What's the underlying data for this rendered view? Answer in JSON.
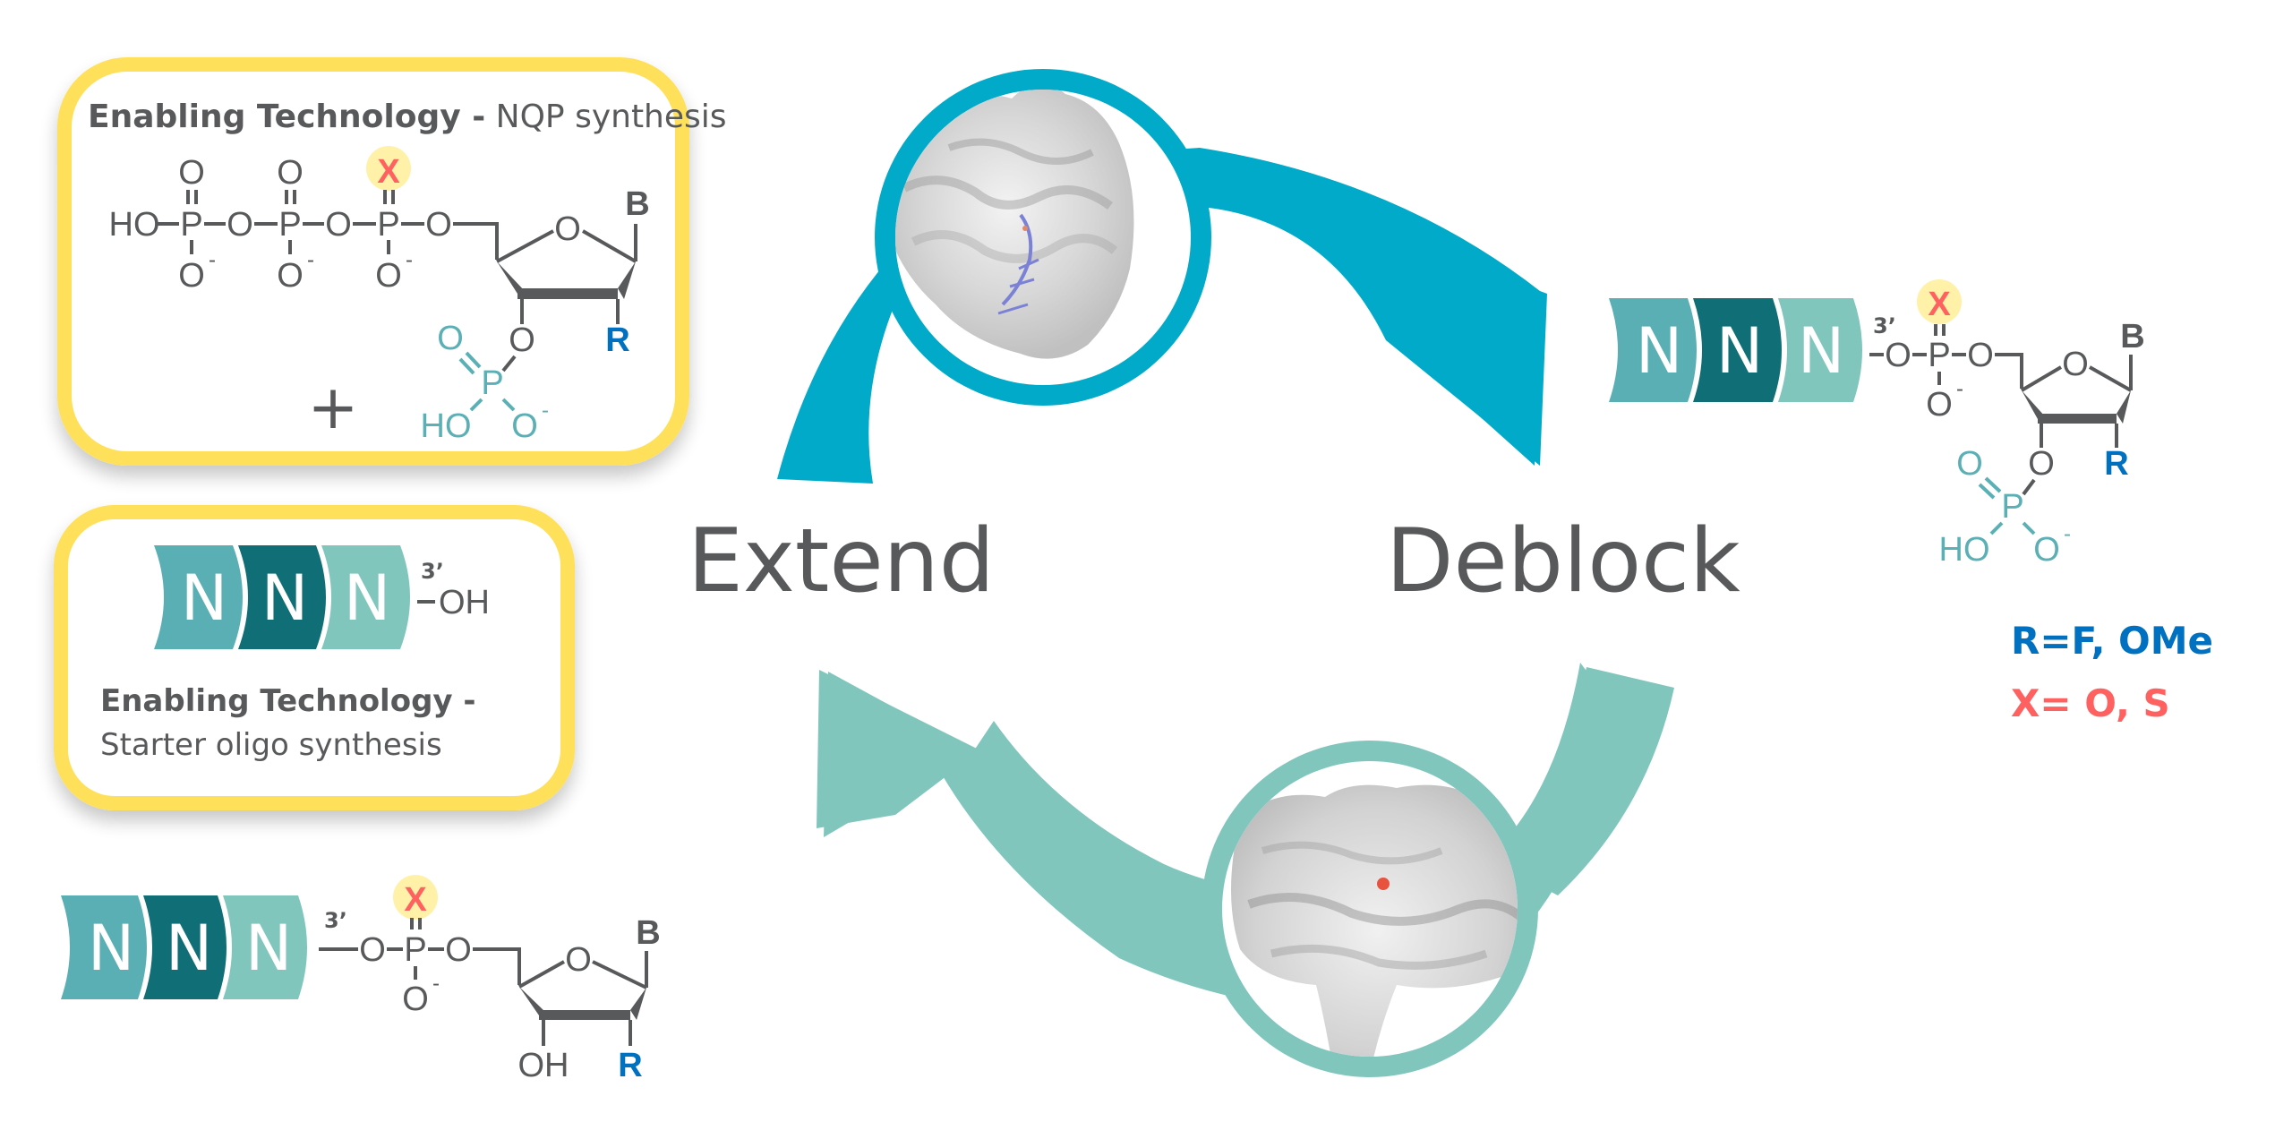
{
  "colors": {
    "box_border": "#ffe05a",
    "extend_arrow": "#00aac8",
    "deblock_arrow": "#80c6bd",
    "text_gray": "#58595b",
    "r_blue": "#0070c0",
    "x_red": "#ff6161",
    "x_highlight": "#fff1a8",
    "phosphate_teal": "#5bb0b6",
    "block_light": "#5aafb5",
    "block_dark": "#106e76",
    "block_pale": "#80c6bd"
  },
  "box_nqp": {
    "title_bold": "Enabling Technology -",
    "title_rest": " NQP synthesis",
    "plus": "+",
    "atoms": {
      "ho": "HO",
      "p": "P",
      "o": "O",
      "o_minus": "O",
      "minus": "-",
      "x": "X",
      "b": "B",
      "r": "R"
    }
  },
  "box_starter": {
    "blocks": [
      "N",
      "N",
      "N"
    ],
    "prime": "3’",
    "oh": "OH",
    "title_bold": "Enabling Technology -",
    "subtitle": "Starter oligo synthesis"
  },
  "cycle": {
    "extend_label": "Extend",
    "deblock_label": "Deblock",
    "extend_enzyme_icon": "polymerase-structure",
    "deblock_enzyme_icon": "phosphatase-structure"
  },
  "product_blocked": {
    "blocks": [
      "N",
      "N",
      "N"
    ],
    "prime": "3’",
    "atoms": {
      "o": "O",
      "p": "P",
      "x": "X",
      "b": "B",
      "r": "R",
      "ho": "HO",
      "minus": "-"
    }
  },
  "product_deblocked": {
    "blocks": [
      "N",
      "N",
      "N"
    ],
    "prime": "3’",
    "atoms": {
      "o": "O",
      "p": "P",
      "x": "X",
      "b": "B",
      "r": "R",
      "oh": "OH",
      "minus": "-"
    }
  },
  "legend": {
    "r_def": "R=F, OMe",
    "x_def": "X= O, S"
  }
}
